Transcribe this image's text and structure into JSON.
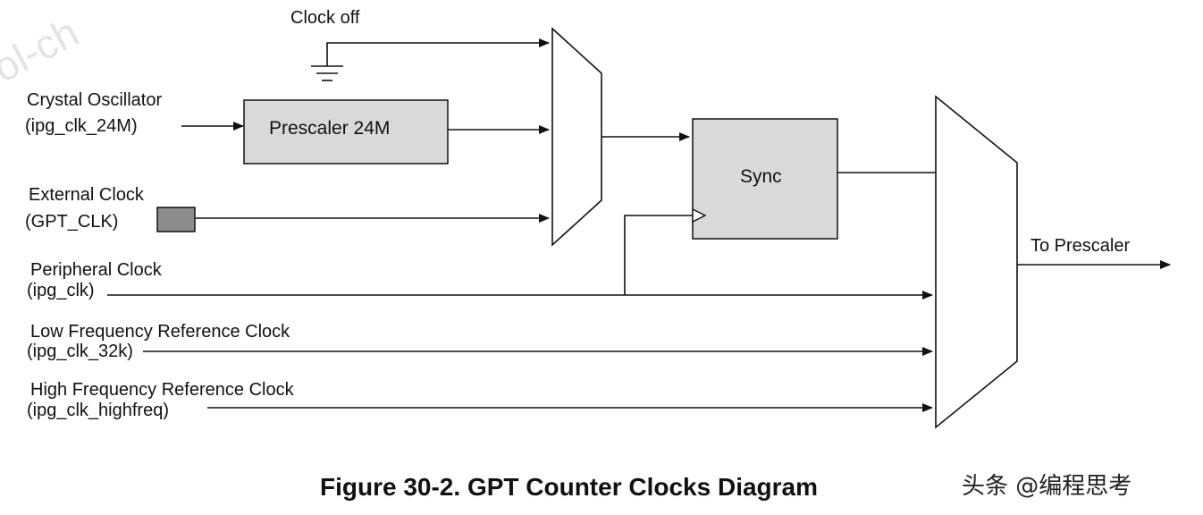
{
  "labels": {
    "clock_off": "Clock off",
    "crystal_osc": "Crystal Oscillator",
    "crystal_osc_sig": "(ipg_clk_24M)",
    "external_clock": "External Clock",
    "external_clock_sig": "(GPT_CLK)",
    "peripheral_clock": "Peripheral Clock",
    "peripheral_clock_sig": "(ipg_clk)",
    "low_freq": "Low Frequency Reference Clock",
    "low_freq_sig": "(ipg_clk_32k)",
    "high_freq": "High Frequency Reference Clock",
    "high_freq_sig": "(ipg_clk_highfreq)",
    "output": "To Prescaler"
  },
  "blocks": {
    "prescaler": "Prescaler 24M",
    "sync": "Sync"
  },
  "caption": "Figure 30-2. GPT Counter Clocks Diagram",
  "watermark": "头条 @编程思考",
  "background_watermark": "ol-ch",
  "colors": {
    "block_fill": "#d9d9d9",
    "gpt_clk_pad": "#8c8c8c",
    "line": "#111111"
  }
}
